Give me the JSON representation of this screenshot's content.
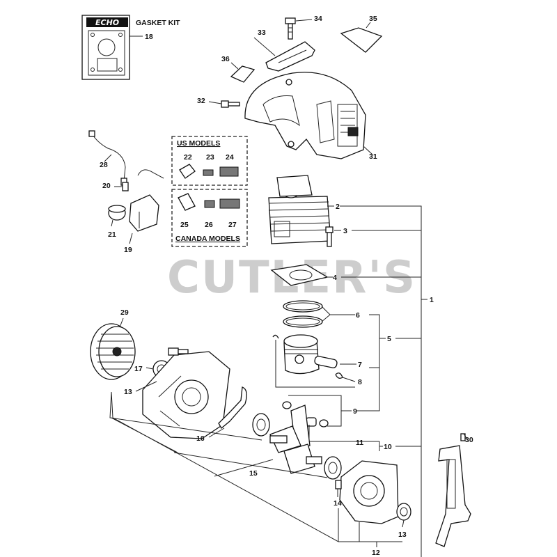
{
  "watermark": "CUTLER'S",
  "gasket_kit": {
    "logo": "ECHO",
    "title": "GASKET KIT"
  },
  "us_models": "US MODELS",
  "canada_models": "CANADA MODELS",
  "callouts": {
    "c1": "1",
    "c2": "2",
    "c3": "3",
    "c4": "4",
    "c5": "5",
    "c6": "6",
    "c7": "7",
    "c8": "8",
    "c9": "9",
    "c10": "10",
    "c11": "11",
    "c12": "12",
    "c13a": "13",
    "c13b": "13",
    "c14": "14",
    "c15": "15",
    "c16": "16",
    "c17": "17",
    "c18": "18",
    "c19": "19",
    "c20": "20",
    "c21": "21",
    "c22": "22",
    "c23": "23",
    "c24": "24",
    "c25": "25",
    "c26": "26",
    "c27": "27",
    "c28": "28",
    "c29": "29",
    "c30": "30",
    "c31": "31",
    "c32": "32",
    "c33": "33",
    "c34": "34",
    "c35": "35",
    "c36": "36"
  }
}
